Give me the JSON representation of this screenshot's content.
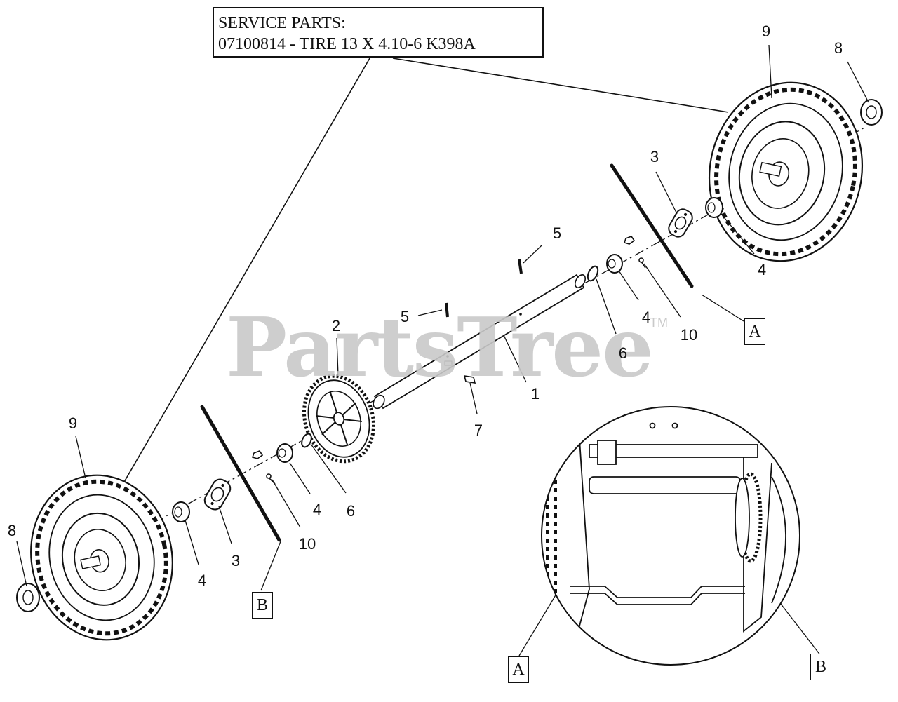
{
  "service_box": {
    "line1": "SERVICE PARTS:",
    "line2": "07100814 - TIRE 13 X 4.10-6 K398A"
  },
  "watermark": {
    "text": "PartsTree",
    "tm": "TM"
  },
  "callouts": {
    "a": "A",
    "b": "B"
  },
  "labels": {
    "p1": "1",
    "p2": "2",
    "p3_right": "3",
    "p3_left": "3",
    "p4_r_outer": "4",
    "p4_r_inner": "4",
    "p4_l_outer": "4",
    "p4_l_inner": "4",
    "p5_upper": "5",
    "p5_lower": "5",
    "p6_right": "6",
    "p6_left": "6",
    "p7": "7",
    "p8_right": "8",
    "p8_left": "8",
    "p9_right": "9",
    "p9_left": "9",
    "p10_right": "10",
    "p10_left": "10"
  }
}
